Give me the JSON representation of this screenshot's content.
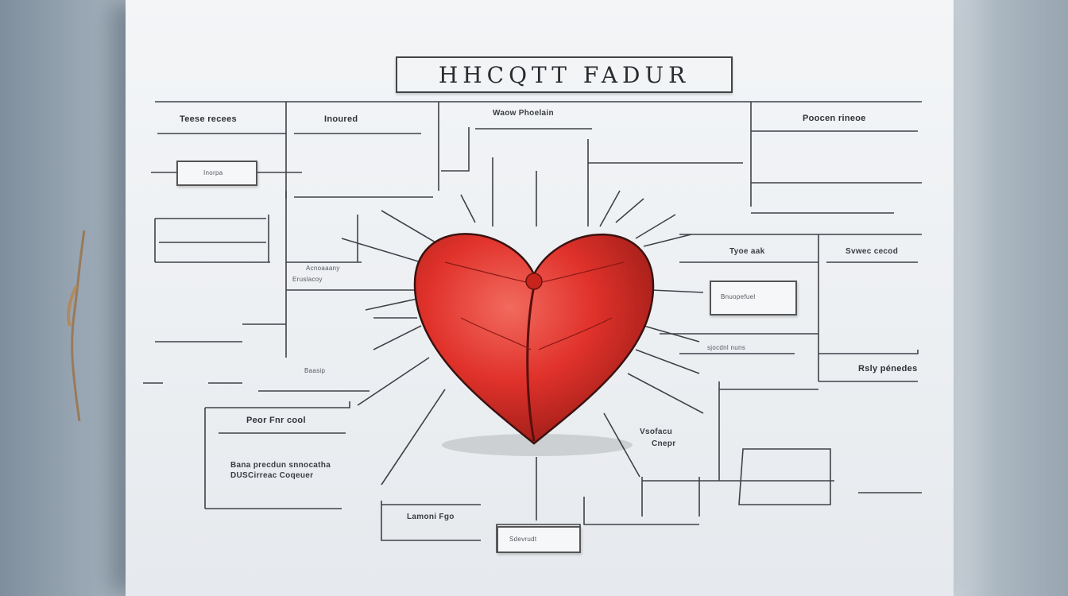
{
  "title": "HHCQTT FADUR",
  "labels": {
    "l1": "Teese recees",
    "l2": "Inoured",
    "l3": "Waow Phoelain",
    "l4": "Poocen rineoe",
    "l5": "Inorpa",
    "l6": "Tyoe aak",
    "l7": "Svwec cecod",
    "l8": "Rsly pénedes",
    "l9": "Peor Fnr cool",
    "l10": "Bana precdun snnocatha",
    "l11": "DUSCirreac Coqeuer",
    "l12": "Lamoni Fgo",
    "l13": "Vsofacu",
    "l14": "Cnepr",
    "l15": "Eruslacoy",
    "l16": "Acnoaaany",
    "l17": "sjocdnl nuns",
    "l18": "Baasip",
    "l19": "Bnuopefuel",
    "l20": "Sdevrudt"
  },
  "colors": {
    "heart": "#e0322b",
    "ink": "#3a3d42",
    "board": "#eef0f3"
  }
}
